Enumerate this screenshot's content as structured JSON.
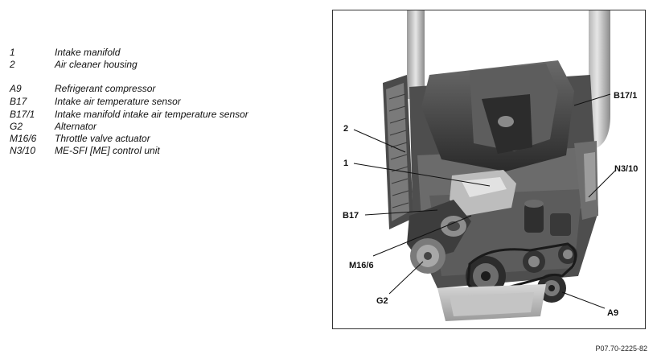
{
  "legend": [
    {
      "code": "1",
      "desc": "Intake manifold"
    },
    {
      "code": "2",
      "desc": "Air cleaner housing"
    },
    {
      "code": "A9",
      "desc": "Refrigerant compressor"
    },
    {
      "code": "B17",
      "desc": "Intake air temperature sensor"
    },
    {
      "code": "B17/1",
      "desc": "Intake manifold intake air temperature sensor"
    },
    {
      "code": "G2",
      "desc": "Alternator"
    },
    {
      "code": "M16/6",
      "desc": "Throttle valve actuator"
    },
    {
      "code": "N3/10",
      "desc": "ME-SFI [ME] control unit"
    }
  ],
  "callouts": {
    "c1": "1",
    "c2": "2",
    "b17": "B17",
    "b17_1": "B17/1",
    "n3_10": "N3/10",
    "m16_6": "M16/6",
    "g2": "G2",
    "a9": "A9"
  },
  "reference": "P07.70-2225-82"
}
